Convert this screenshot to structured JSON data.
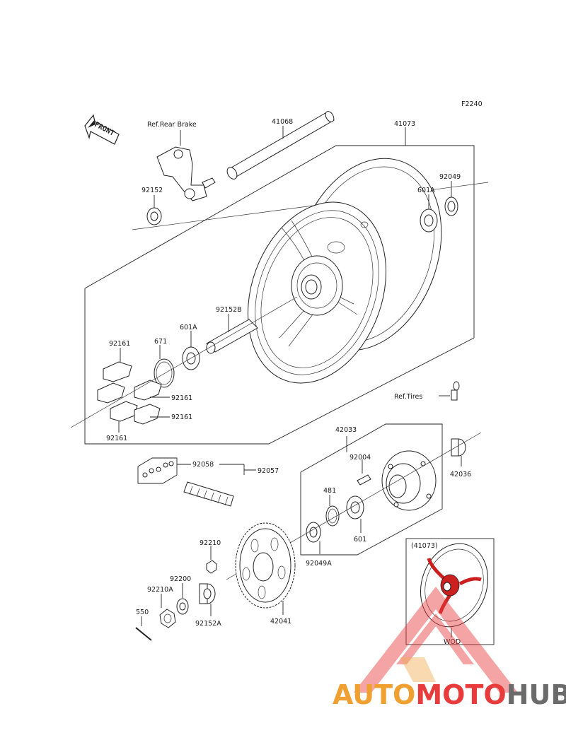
{
  "diagram": {
    "code": "F2240",
    "front_label": "FRONT",
    "refs": {
      "rear_brake": "Ref.Rear Brake",
      "tires": "Ref.Tires"
    },
    "parts": {
      "p41068": "41068",
      "p41073": "41073",
      "p92049": "92049",
      "p601A_top": "601A",
      "p92152": "92152",
      "p92152B": "92152B",
      "p601A_mid": "601A",
      "p671": "671",
      "p92161_a": "92161",
      "p92161_b": "92161",
      "p92161_c": "92161",
      "p92161_d": "92161",
      "p42033": "42033",
      "p92004": "92004",
      "p481": "481",
      "p601": "601",
      "p42036": "42036",
      "p92049A": "92049A",
      "p92058": "92058",
      "p92057": "92057",
      "p92210": "92210",
      "p92200": "92200",
      "p92210A": "92210A",
      "p550": "550",
      "p92152A": "92152A",
      "p42041": "42041"
    },
    "inset": {
      "title": "(41073)",
      "tag": "WOD"
    }
  },
  "watermark": {
    "part1": "AUTO",
    "part2": "MOTO",
    "part3": "HUB",
    "colors": {
      "orange": "#f0a030",
      "red": "#e83c3c",
      "grey": "#6b6b6b"
    }
  }
}
